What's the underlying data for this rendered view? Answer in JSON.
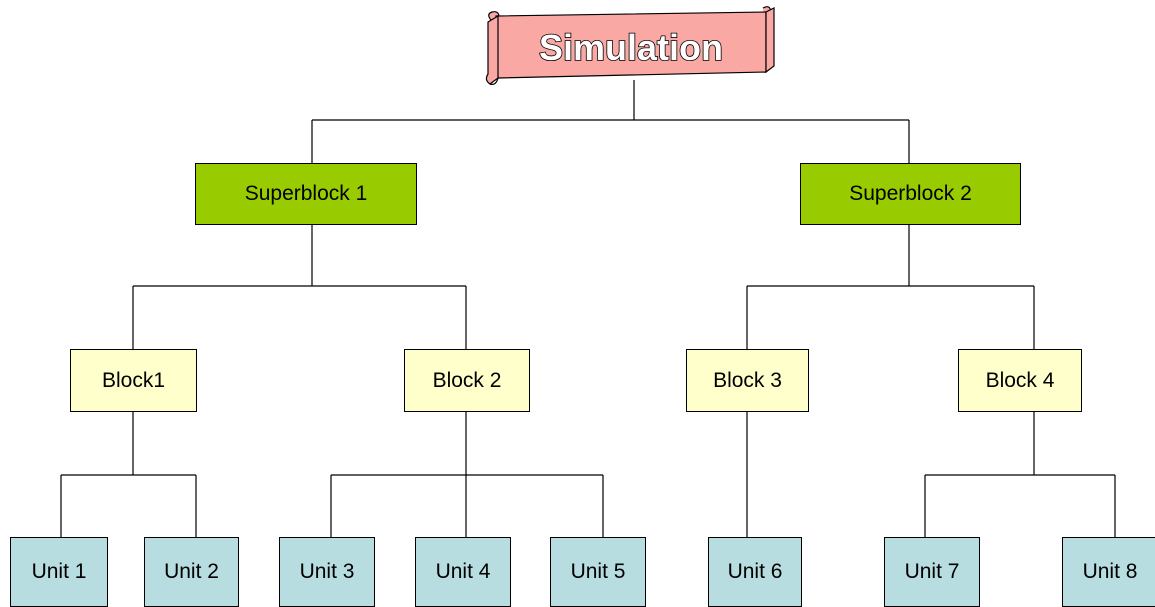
{
  "title": "Simulation",
  "superblocks": [
    {
      "label": "Superblock 1"
    },
    {
      "label": "Superblock 2"
    }
  ],
  "blocks": [
    {
      "label": "Block1"
    },
    {
      "label": "Block 2"
    },
    {
      "label": "Block 3"
    },
    {
      "label": "Block 4"
    }
  ],
  "units": [
    {
      "label": "Unit 1"
    },
    {
      "label": "Unit 2"
    },
    {
      "label": "Unit 3"
    },
    {
      "label": "Unit 4"
    },
    {
      "label": "Unit 5"
    },
    {
      "label": "Unit 6"
    },
    {
      "label": "Unit 7"
    },
    {
      "label": "Unit 8"
    }
  ],
  "colors": {
    "title_banner": "#f9a8a4",
    "superblock": "#99cc00",
    "block": "#ffffcc",
    "unit": "#b7dde0",
    "connector": "#000000"
  }
}
